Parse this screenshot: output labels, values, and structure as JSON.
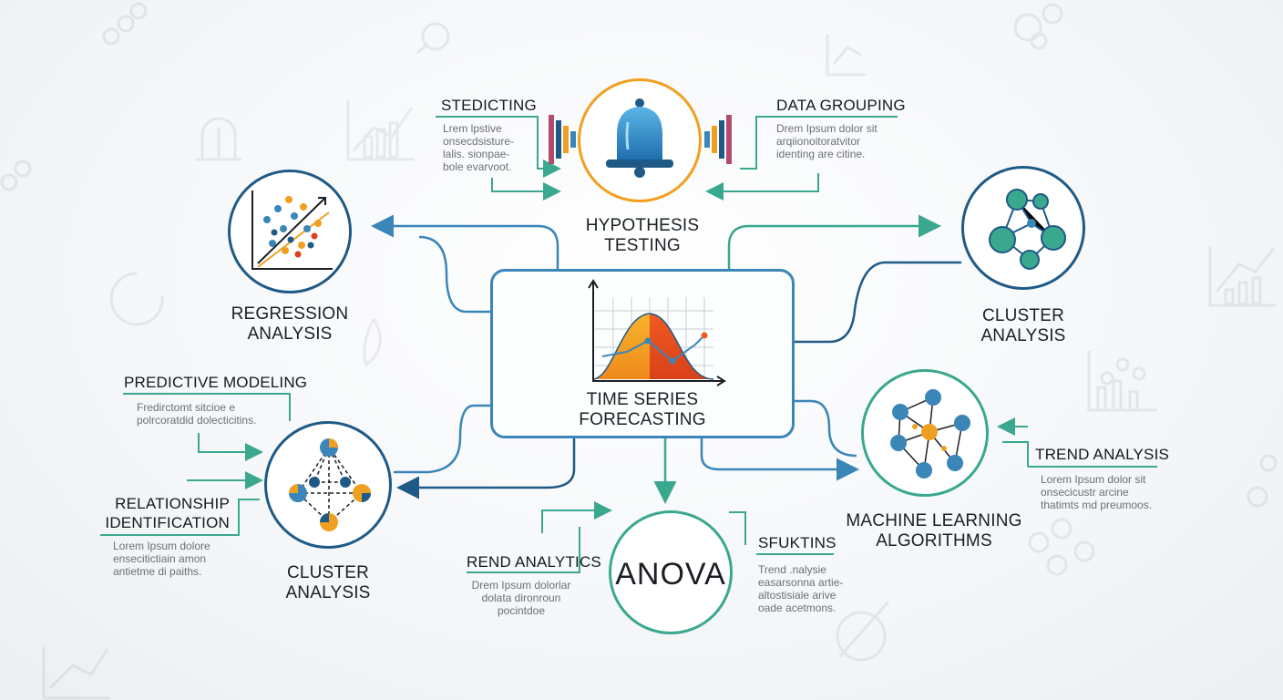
{
  "center": {
    "label_line1": "TIME SERIES",
    "label_line2": "FORECASTING"
  },
  "hypothesis": {
    "label_line1": "HYPOTHESIS",
    "label_line2": "TESTING"
  },
  "regression": {
    "label_line1": "REGRESSION",
    "label_line2": "ANALYSIS"
  },
  "cluster_right": {
    "label_line1": "CLUSTER",
    "label_line2": "ANALYSIS"
  },
  "ml": {
    "label_line1": "MACHINE LEARNING",
    "label_line2": "ALGORITHMS"
  },
  "anova": {
    "label": "ANOVA"
  },
  "cluster_left": {
    "label_line1": "CLUSTER",
    "label_line2": "ANALYSIS"
  },
  "callouts": {
    "stedicting": {
      "title": "STEDICTING",
      "lines": [
        "Lrem lpstive",
        "onsecdsisture-",
        "lalis. sionpae-",
        "bole evarvoot."
      ]
    },
    "data_grouping": {
      "title": "DATA GROUPING",
      "lines": [
        "Drem Ipsum dolor sit",
        "arqiionoitoratvitor",
        "identing are citine."
      ]
    },
    "predictive": {
      "title": "PREDICTIVE MODELING",
      "lines": [
        "Fredirctomt sitcioe e",
        "polrcoratdid dolecticitins."
      ]
    },
    "relationship": {
      "title_line1": "RELATIONSHIP",
      "title_line2": "IDENTIFICATION",
      "lines": [
        "Lorem Ipsum dolore",
        "ensecitictiain amon",
        "antietme di paiths."
      ]
    },
    "rend": {
      "title": "REND ANALYTICS",
      "lines": [
        "Drem Ipsum dolorlar",
        "dolata dironroun",
        "pocintdoe"
      ]
    },
    "sfuktins": {
      "title": "SFUKTINS",
      "lines": [
        "Trend .nalysie",
        "easarsonna artie-",
        "altostisiale arive",
        "oade acetmons."
      ]
    },
    "trend": {
      "title": "TREND ANALYSIS",
      "lines": [
        "Lorem Ipsum dolor sit",
        "onsecicustr arcine",
        "thatimts md preumoos."
      ]
    }
  },
  "colors": {
    "blue": "#3a86b8",
    "teal": "#3aa88e",
    "orange": "#f0a020",
    "dark_blue": "#1f5a86"
  }
}
